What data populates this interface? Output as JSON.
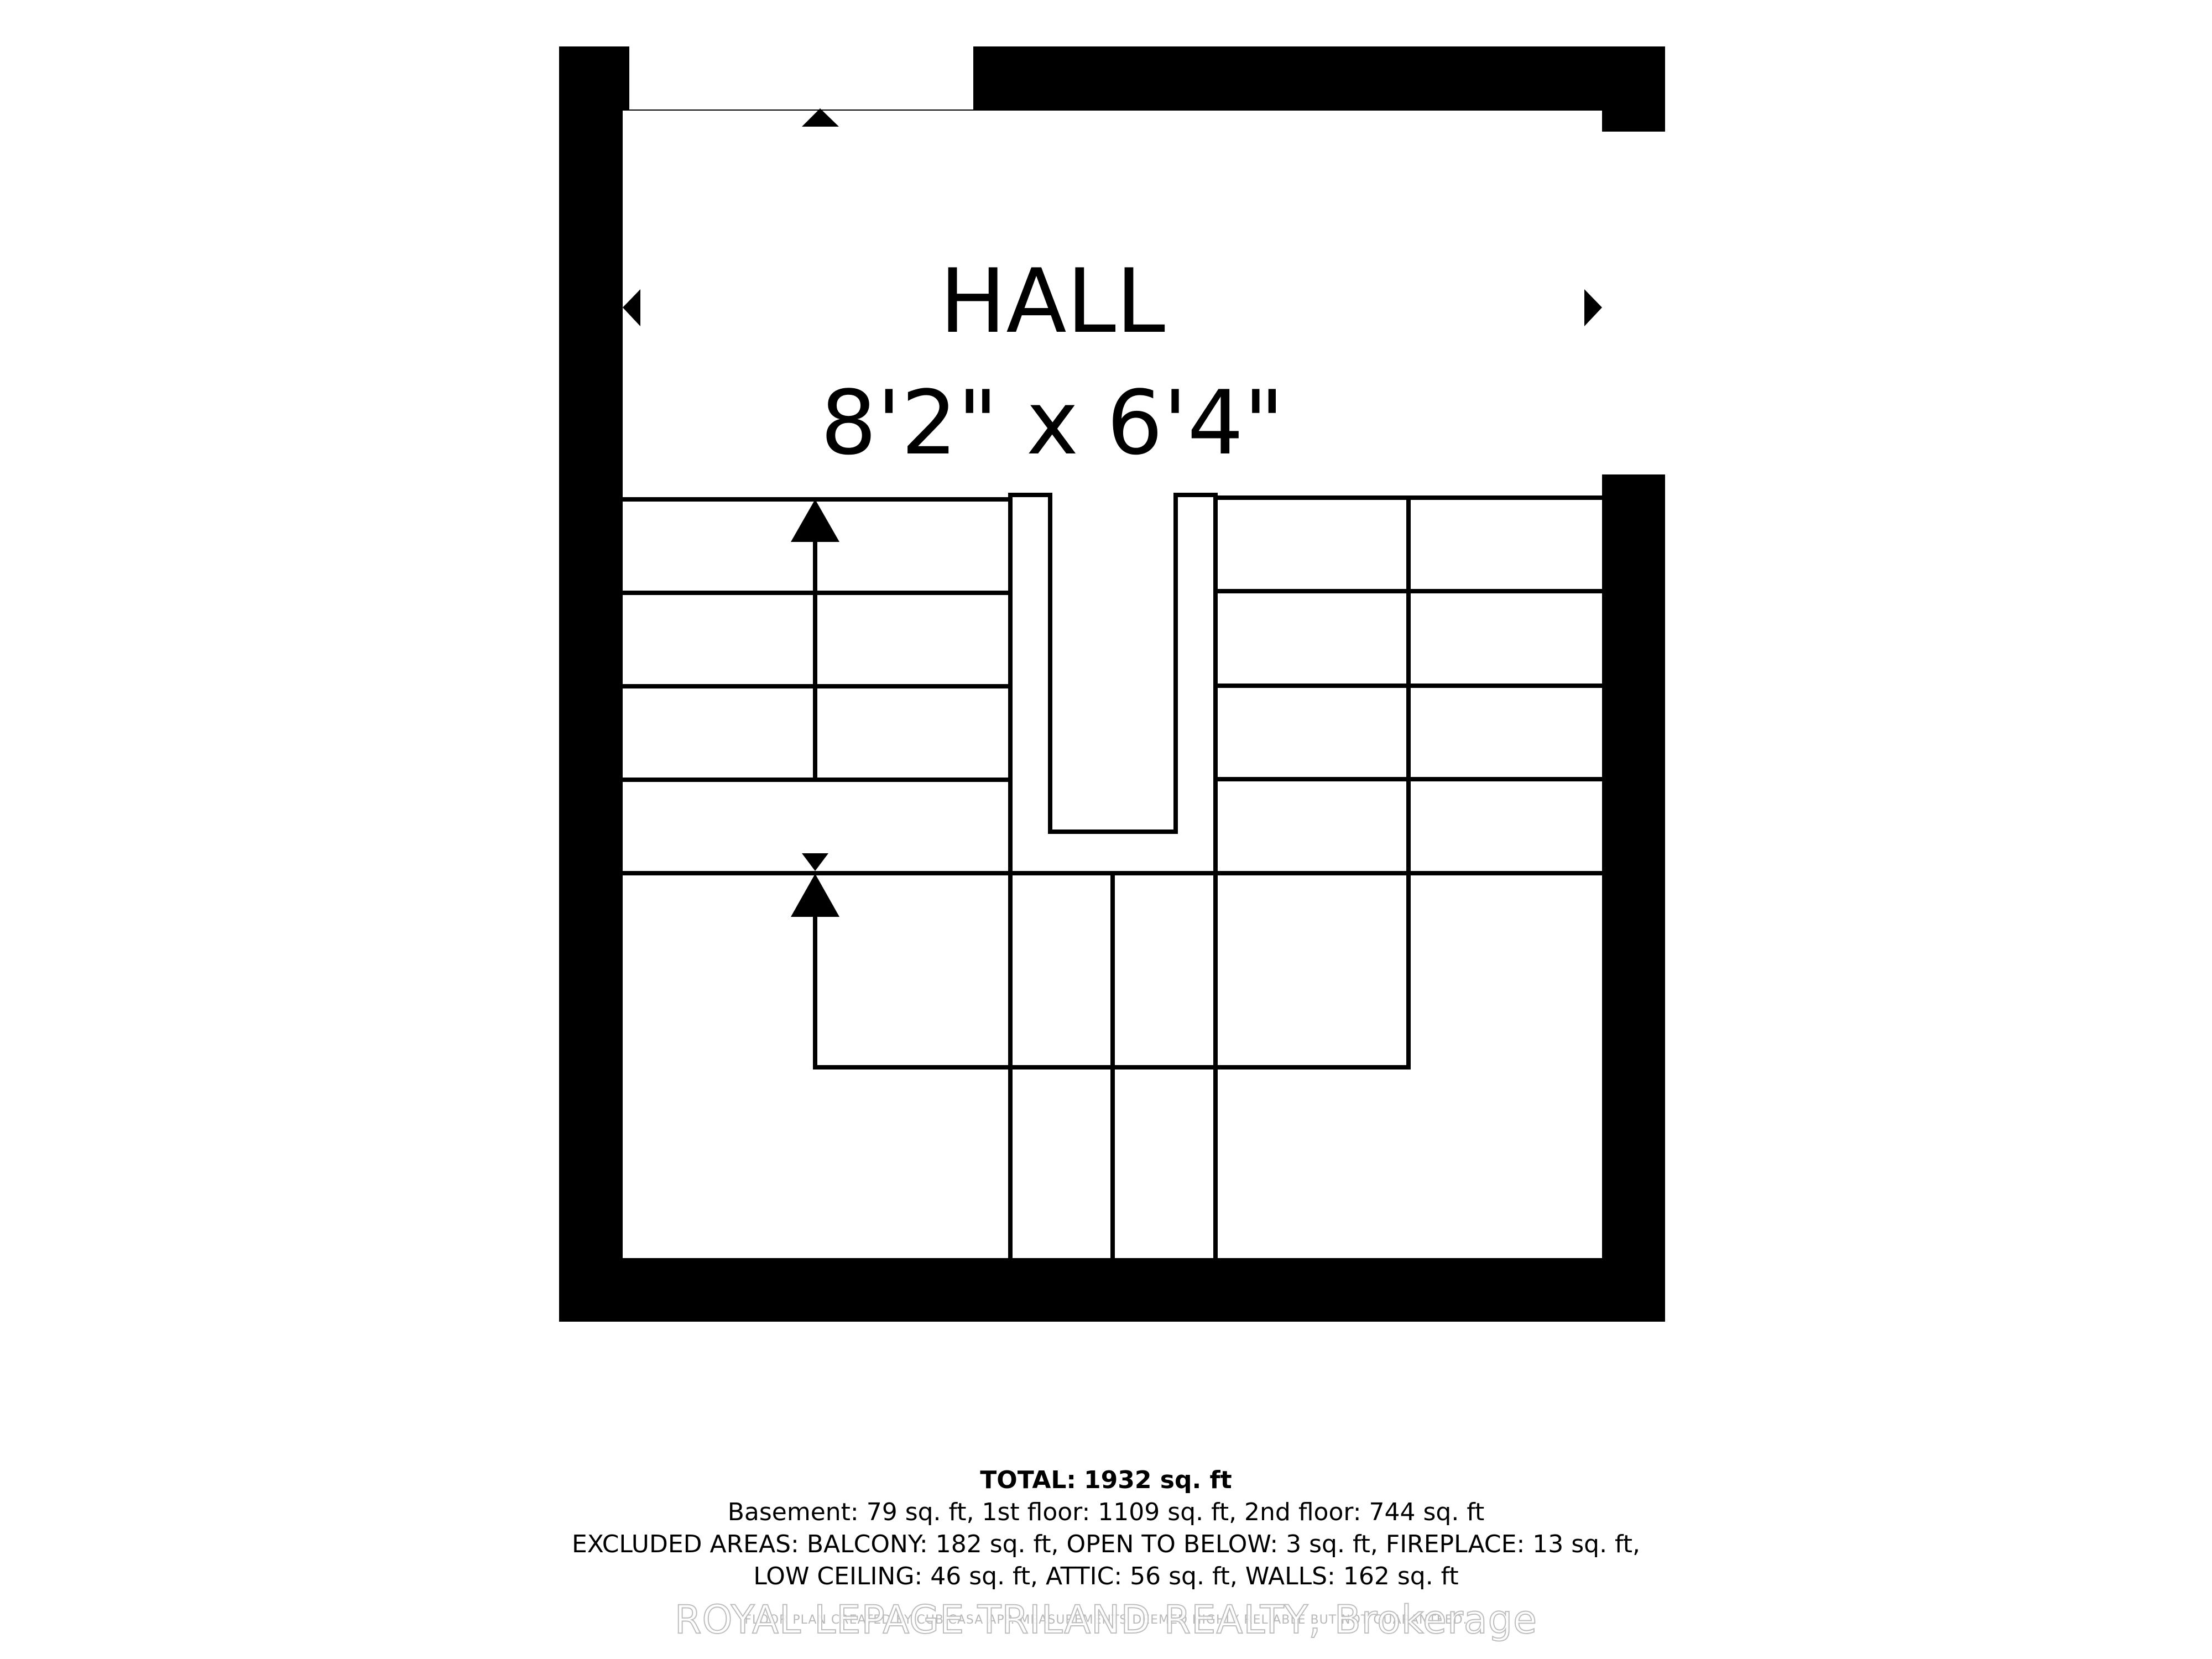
{
  "room": {
    "name": "HALL",
    "dimensions": "8'2\" x 6'4\""
  },
  "summary": {
    "total_label": "TOTAL:",
    "total_value": "1932 sq. ft",
    "line1": "Basement: 79 sq. ft, 1st floor: 1109 sq. ft, 2nd floor: 744 sq. ft",
    "line2": "EXCLUDED AREAS: BALCONY: 182 sq. ft, OPEN TO BELOW: 3 sq. ft, FIREPLACE: 13 sq. ft,",
    "line3": "LOW CEILING: 46 sq. ft, ATTIC: 56 sq. ft, WALLS: 162 sq. ft"
  },
  "disclaimer": "FLOOR PLAN CREATED BY CUBICASA APP. MEASUREMENTS DEEMED HIGHLY RELIABLE BUT NOT GUARANTEED.",
  "watermark": "ROYAL LEPAGE TRILAND REALTY, Brokerage",
  "colors": {
    "wall": "#000000",
    "floor": "#ffffff",
    "line": "#000000"
  }
}
